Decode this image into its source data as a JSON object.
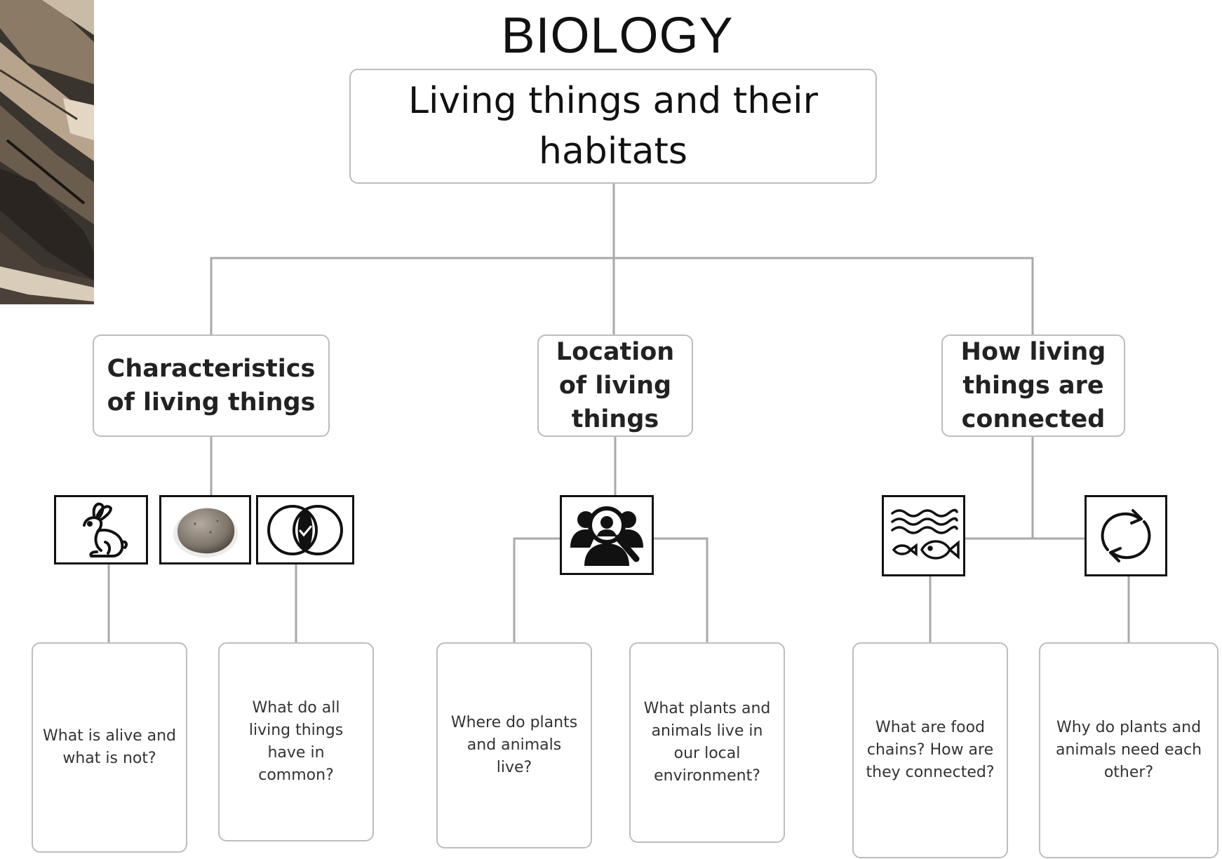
{
  "title": "BIOLOGY",
  "root": "Living things and their habitats",
  "branches": [
    {
      "label": "Characteristics of living things",
      "questions": [
        "What is alive and what is not?",
        "What do all living things have in common?"
      ]
    },
    {
      "label": "Location of living things",
      "questions": [
        "Where do plants and animals live?",
        "What plants and animals live in our local environment?"
      ]
    },
    {
      "label": "How living things are connected",
      "questions": [
        "What are food chains? How are they connected?",
        "Why do plants and animals need each other?"
      ]
    }
  ],
  "icons": [
    "rabbit-icon",
    "pebble-icon",
    "venn-check-icon",
    "people-magnifier-icon",
    "water-fish-icon",
    "cycle-arrows-icon"
  ]
}
